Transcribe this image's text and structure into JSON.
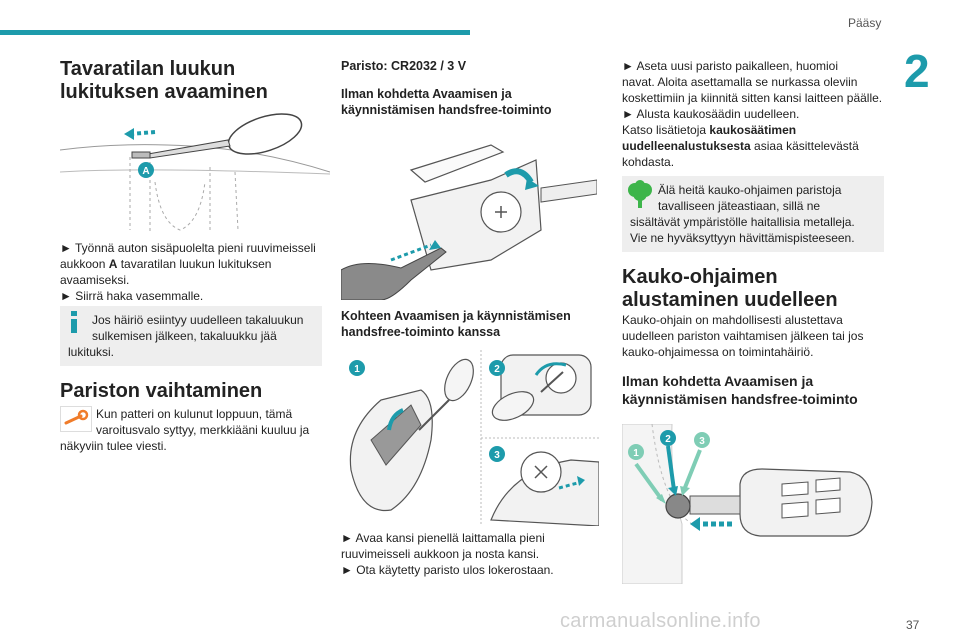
{
  "header": {
    "section": "Pääsy",
    "chapter": "2",
    "page_number": "37",
    "watermark": "carmanualsonline.info"
  },
  "colors": {
    "accent": "#1d9bab",
    "note_bg": "#eeeeee",
    "warning": "#f07c2a",
    "env": "#3db54a",
    "info": "#1d9bab"
  },
  "col1": {
    "h1_line1": "Tavaratilan luukun",
    "h1_line2": "lukituksen avaaminen",
    "fig_label_a": "A",
    "p1_l1": "► Työnnä auton sisäpuolelta pieni ruuvimeisseli",
    "p1_l2_pre": "aukkoon ",
    "p1_l2_bold": "A",
    "p1_l2_post": " tavaratilan luukun lukituksen",
    "p1_l3": "avaamiseksi.",
    "p1_l4": "► Siirrä haka vasemmalle.",
    "note_l1": "Jos häiriö esiintyy uudelleen takaluukun",
    "note_l2": "sulkemisen jälkeen, takaluukku jää",
    "note_l3": "lukituksi.",
    "h2": "Pariston vaihtaminen",
    "warn_l1": "Kun patteri on kulunut loppuun, tämä",
    "warn_l2": "varoitusvalo syttyy, merkkiääni kuuluu ja",
    "warn_l3": "näkyviin tulee viesti."
  },
  "col2": {
    "battery": "Paristo: CR2032 / 3 V",
    "h_a1": "Ilman kohdetta Avaamisen ja",
    "h_a2": "käynnistämisen handsfree-toiminto",
    "h_b1": "Kohteen Avaamisen ja käynnistämisen",
    "h_b2": "handsfree-toiminto kanssa",
    "steps": [
      "1",
      "2",
      "3"
    ],
    "p_l1": "► Avaa kansi pienellä laittamalla pieni",
    "p_l2": "ruuvimeisseli aukkoon ja nosta kansi.",
    "p_l3": "► Ota käytetty paristo ulos lokerostaan."
  },
  "col3": {
    "p_l1": "► Aseta uusi paristo paikalleen, huomioi",
    "p_l2": "navat. Aloita asettamalla se nurkassa oleviin",
    "p_l3": "koskettimiin ja kiinnitä sitten kansi laitteen päälle.",
    "p_l4": "► Alusta kaukosäädin uudelleen.",
    "p_l5_pre": "Katso lisätietoja ",
    "p_l5_bold": "kaukosäätimen",
    "p_l6_bold": "uudelleenalustuksesta",
    "p_l6_post": " asiaa käsittelevästä",
    "p_l7": "kohdasta.",
    "env_l1": "Älä heitä kauko-ohjaimen paristoja",
    "env_l2": "tavalliseen jäteastiaan, sillä ne",
    "env_l3": "sisältävät ympäristölle haitallisia metalleja.",
    "env_l4": "Vie ne hyväksyttyyn hävittämispisteeseen.",
    "h2_l1": "Kauko-ohjaimen",
    "h2_l2": "alustaminen uudelleen",
    "p2_l1": "Kauko-ohjain on mahdollisesti alustettava",
    "p2_l2": "uudelleen pariston vaihtamisen jälkeen tai jos",
    "p2_l3": "kauko-ohjaimessa on toimintahäiriö.",
    "h3_l1": "Ilman kohdetta Avaamisen ja",
    "h3_l2": "käynnistämisen handsfree-toiminto",
    "steps": [
      "1",
      "2",
      "3"
    ]
  }
}
